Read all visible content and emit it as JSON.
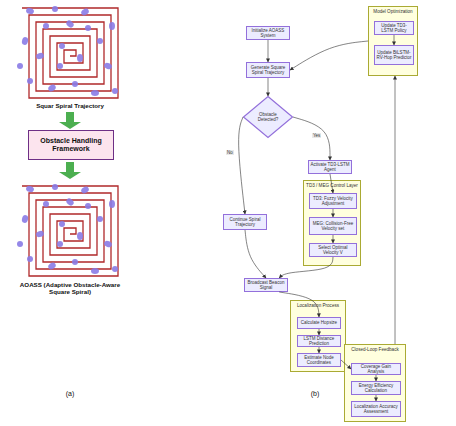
{
  "diagram": {
    "nodes": [
      {
        "text": [
          "Obstacle Handling Framework"
        ]
      },
      {
        "text": [
          "Model Optimization"
        ]
      },
      {
        "text": [
          "Update TD3-LSTM Policy"
        ],
        "in": 1
      },
      {
        "text": [
          "Update BiLSTM-RV-Hop Predictor"
        ],
        "in": 1
      },
      {
        "text": [
          "Initialize AOASS System"
        ]
      },
      {
        "text": [
          "Generate Square Spiral Trajectory"
        ]
      },
      {
        "text": [
          "Obstacle Detected?"
        ]
      },
      {
        "text": [
          "Activate TD3-LSTM Agent"
        ]
      },
      {
        "text": [
          "TD3 / MEG Control Layer"
        ]
      },
      {
        "text": [
          "TD3: Fuzzy Velocity Adjustment"
        ],
        "in": 8
      },
      {
        "text": [
          "MEG: Collision-Free Velocity set"
        ],
        "in": 8
      },
      {
        "text": [
          "Select Optimal Velocity V"
        ],
        "in": 8
      },
      {
        "text": [
          "Continue Spiral Trajectory"
        ]
      },
      {
        "text": [
          "Broadcast Beacon Signal"
        ]
      },
      {
        "text": [
          "Localization Process"
        ]
      },
      {
        "text": [
          "Calculate Hopsize"
        ],
        "in": 14
      },
      {
        "text": [
          "LSTM Distance Prediction"
        ],
        "in": 14
      },
      {
        "text": [
          "Estimate Node Coordinates"
        ],
        "in": 14
      },
      {
        "text": [
          "Closed-Loop Feedback"
        ]
      },
      {
        "text": [
          "Coverage Gain Analysis"
        ],
        "in": 18
      },
      {
        "text": [
          "Energy Efficiency Calculation"
        ],
        "in": 18
      },
      {
        "text": [
          "Localization Accuracy Assessment"
        ],
        "in": 18
      }
    ],
    "edges": [
      {
        "from": 2,
        "to": 3,
        "arrow": "to"
      },
      {
        "from": 4,
        "to": 5,
        "arrow": "to"
      },
      {
        "from": 5,
        "to": 6,
        "arrow": "to"
      },
      {
        "from": 6,
        "to": 12,
        "arrow": "to",
        "label": "No"
      },
      {
        "from": 6,
        "to": 7,
        "arrow": "to",
        "label": "Yes"
      },
      {
        "from": 7,
        "to": 9,
        "arrow": "to"
      },
      {
        "from": 9,
        "to": 10,
        "arrow": "to"
      },
      {
        "from": 10,
        "to": 11,
        "arrow": "to"
      },
      {
        "from": 12,
        "to": 13,
        "arrow": "to"
      },
      {
        "from": 11,
        "to": 13,
        "arrow": "to"
      },
      {
        "from": 13,
        "to": 15,
        "arrow": "to"
      },
      {
        "from": 15,
        "to": 16,
        "arrow": "to"
      },
      {
        "from": 16,
        "to": 17,
        "arrow": "to"
      },
      {
        "from": 17,
        "to": 19,
        "arrow": "to"
      },
      {
        "from": 19,
        "to": 20,
        "arrow": "to"
      },
      {
        "from": 20,
        "to": 21,
        "arrow": "to"
      },
      {
        "from": 18,
        "to": 1,
        "arrow": "to"
      },
      {
        "from": 1,
        "to": 5,
        "arrow": "to"
      }
    ],
    "labels": [
      "Squar Spiral Trajectory",
      "AOASS (Adaptive Obstacle-Aware Square Spiral)",
      "(a)",
      "(b)"
    ]
  }
}
